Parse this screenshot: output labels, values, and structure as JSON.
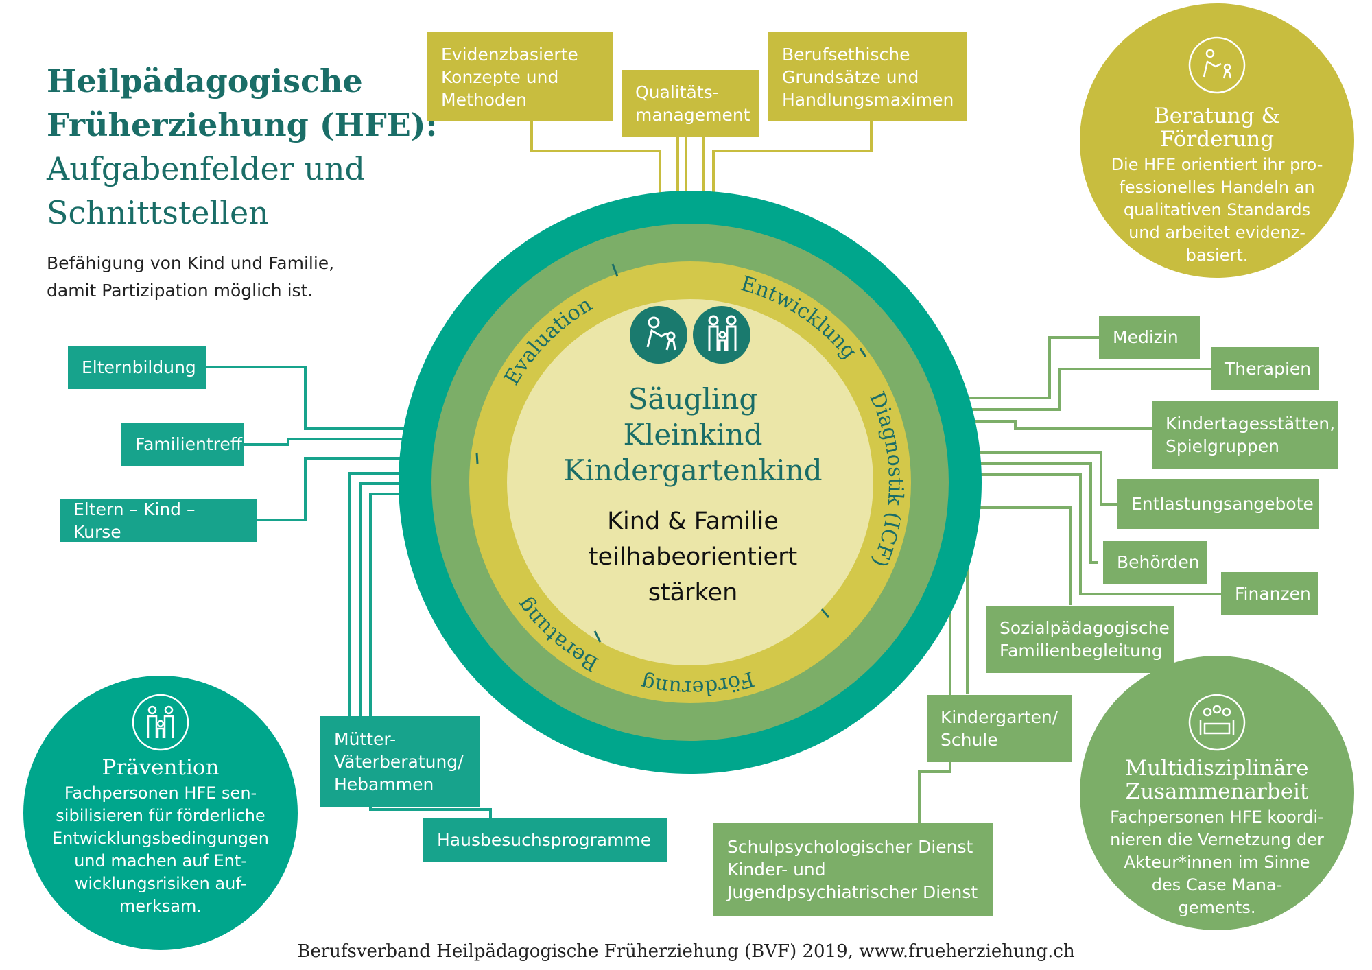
{
  "title": {
    "line1": "Heilpädagogische",
    "line2": "Früherziehung (HFE):",
    "line3": "Aufgabenfelder und",
    "line4": "Schnittstellen"
  },
  "subtitle": {
    "line1": "Befähigung von Kind und Familie,",
    "line2": "damit Partizipation möglich ist."
  },
  "center": {
    "ages": [
      "Säugling",
      "Kleinkind",
      "Kindergartenkind"
    ],
    "goal": [
      "Kind & Familie",
      "teilhabeorientiert",
      "stärken"
    ]
  },
  "ring_labels": {
    "entwicklung": "Entwicklung",
    "diagnostik": "Diagnostik (ICF)",
    "foerderung": "Förderung",
    "beratung": "Beratung",
    "evaluation": "Evaluation"
  },
  "top_boxes": {
    "evidenz": [
      "Evidenzbasierte",
      "Konzepte und",
      "Methoden"
    ],
    "qualitaet": [
      "Qualitäts-",
      "management"
    ],
    "ethik": [
      "Berufsethische",
      "Grundsätze und",
      "Handlungsmaximen"
    ]
  },
  "left_boxes": {
    "elternbildung": "Elternbildung",
    "familientreff": "Familientreff",
    "elternkind": "Eltern – Kind – Kurse",
    "muetter": [
      "Mütter-",
      "Väterberatung/",
      "Hebammen"
    ],
    "hausbesuch": "Hausbesuchsprogramme"
  },
  "right_boxes": {
    "medizin": "Medizin",
    "therapien": "Therapien",
    "kita": [
      "Kindertagesstätten,",
      "Spielgruppen"
    ],
    "entlastung": "Entlastungsangebote",
    "behoerden": "Behörden",
    "finanzen": "Finanzen",
    "sozial": [
      "Sozialpädagogische",
      "Familienbegleitung"
    ],
    "kindergarten": [
      "Kindergarten/",
      "Schule"
    ],
    "schulpsych": [
      "Schulpsychologischer Dienst",
      "Kinder- und",
      "Jugendpsychiatrischer Dienst"
    ]
  },
  "corner_circles": {
    "beratung": {
      "heading": [
        "Beratung &",
        "Förderung"
      ],
      "body": [
        "Die HFE orientiert ihr pro-",
        "fessionelles Handeln an",
        "qualitativen Standards",
        "und arbeitet evidenz-",
        "basiert."
      ]
    },
    "praevention": {
      "heading": [
        "Prävention"
      ],
      "body": [
        "Fachpersonen HFE sen-",
        "sibilisieren für förderliche",
        "Entwicklungsbedingungen",
        "und machen auf Ent-",
        "wicklungsrisiken auf-",
        "merksam."
      ]
    },
    "multi": {
      "heading": [
        "Multidisziplinäre",
        "Zusammenarbeit"
      ],
      "body": [
        "Fachpersonen HFE koordi-",
        "nieren die Vernetzung der",
        "Akteur*innen im Sinne",
        "des Case Mana-",
        "gements."
      ]
    }
  },
  "footer": "Berufsverband Heilpädagogische Früherziehung (BVF) 2019, www.frueherziehung.ch",
  "colors": {
    "teal": "#00a68c",
    "dark_teal": "#1a6d67",
    "olive": "#c8bd3f",
    "green": "#7cae68",
    "pale_yellow": "#ebe6a8"
  },
  "icons": [
    "parent-child-icon",
    "family-icon",
    "meeting-icon"
  ]
}
